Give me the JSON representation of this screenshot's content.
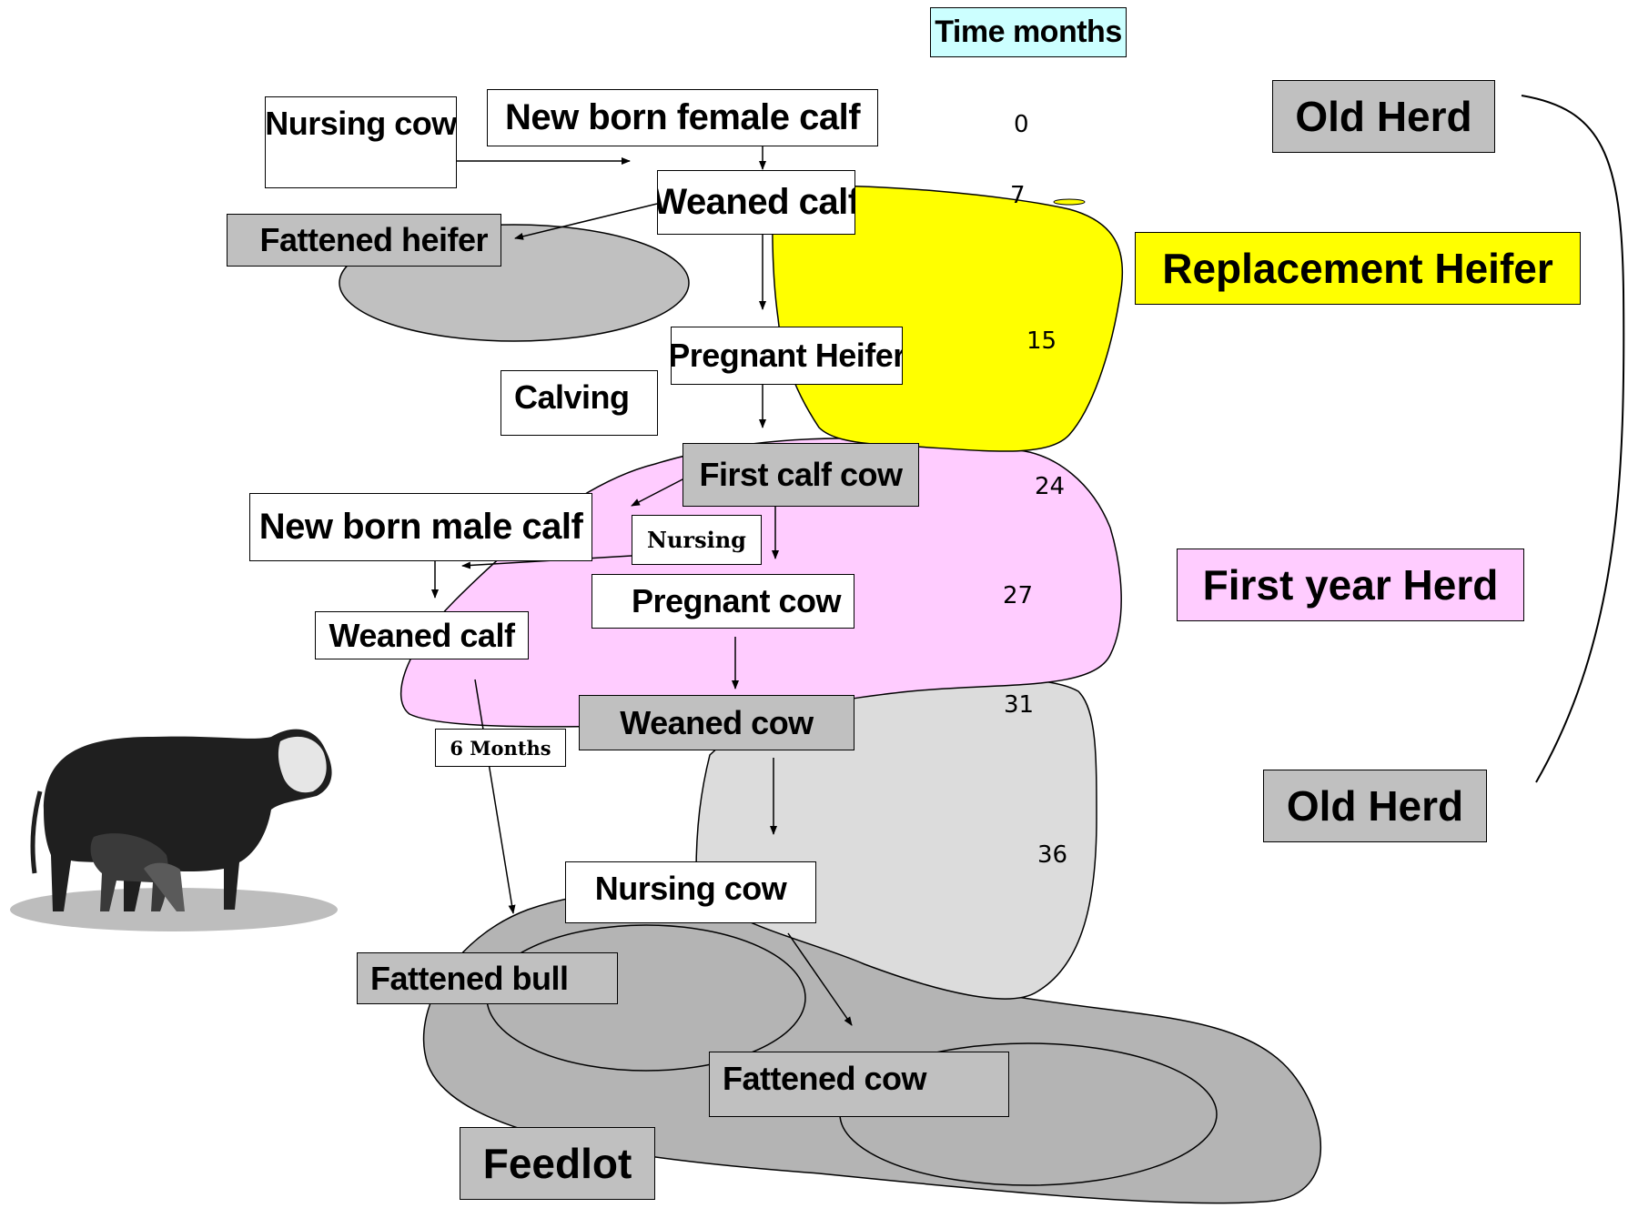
{
  "time_label": "Time months",
  "groups": {
    "old_herd_top": "Old Herd",
    "replacement_heifer": "Replacement Heifer",
    "first_year_herd": "First year Herd",
    "old_herd_bottom": "Old Herd",
    "feedlot": "Feedlot"
  },
  "nodes": {
    "nursing_cow_top": "Nursing cow",
    "new_born_female_calf": "New born female calf",
    "weaned_calf_top": "Weaned calf",
    "fattened_heifer": "Fattened heifer",
    "pregnant_heifer": "Pregnant Heifer",
    "calving": "Calving",
    "first_calf_cow": "First calf cow",
    "new_born_male_calf": "New born male calf",
    "nursing": "Nursing",
    "pregnant_cow": "Pregnant cow",
    "weaned_calf_bottom": "Weaned calf",
    "weaned_cow": "Weaned cow",
    "six_months": "6 Months",
    "nursing_cow_bottom": "Nursing cow",
    "fattened_bull": "Fattened bull",
    "fattened_cow": "Fattened cow"
  },
  "timeline": [
    "0",
    "7",
    "15",
    "24",
    "27",
    "31",
    "36"
  ],
  "colors": {
    "replacement_heifer": "#ffff00",
    "first_year_herd": "#ffccff",
    "old_herd": "#dcdcdc",
    "feedlot": "#b4b4b4",
    "fattened": "#c0c0c0",
    "time_label": "#ccffff"
  }
}
